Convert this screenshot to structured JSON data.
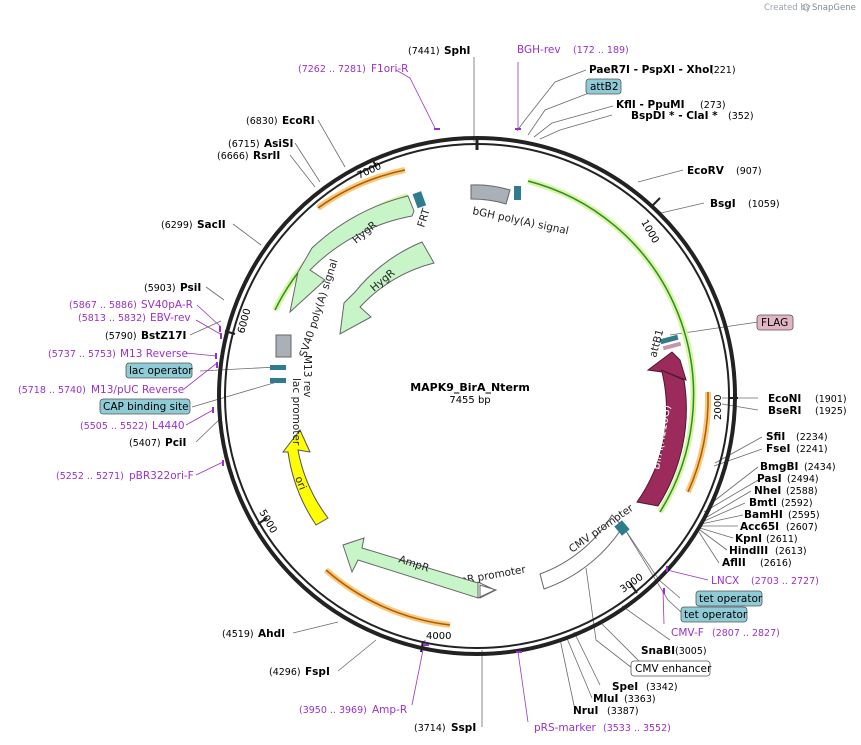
{
  "credit": {
    "created_by": "Created by",
    "brand": "SnapGene"
  },
  "plasmid": {
    "name": "MAPK9_BirA_Nterm",
    "size": "7455 bp"
  },
  "ticks": [
    "1000",
    "2000",
    "3000",
    "4000",
    "5000",
    "6000",
    "7000"
  ],
  "features": {
    "bgh": "bGH poly(A) signal",
    "frt": "FRT",
    "hygr_outer": "HygR",
    "hygr_inner": "HygR",
    "sv40": "SV40 poly(A) signal",
    "m13rev": "M13 rev",
    "lacprom": "lac promoter",
    "ori": "ori",
    "ampr": "AmpR",
    "ampprom": "AmpR promoter",
    "cmvprom": "CMV promoter",
    "bira": "BirA(R118G)",
    "attb1": "attB1"
  },
  "sites": {
    "SphI": {
      "name": "SphI",
      "pos": "(7441)"
    },
    "EcoRI": {
      "name": "EcoRI",
      "pos": "(6830)"
    },
    "AsiSI": {
      "name": "AsiSI",
      "pos": "(6715)"
    },
    "RsrII": {
      "name": "RsrII",
      "pos": "(6666)"
    },
    "SacII": {
      "name": "SacII",
      "pos": "(6299)"
    },
    "PsiI": {
      "name": "PsiI",
      "pos": "(5903)"
    },
    "BstZ17I": {
      "name": "BstZ17I",
      "pos": "(5790)"
    },
    "PciI": {
      "name": "PciI",
      "pos": "(5407)"
    },
    "AhdI": {
      "name": "AhdI",
      "pos": "(4519)"
    },
    "FspI": {
      "name": "FspI",
      "pos": "(4296)"
    },
    "SspI": {
      "name": "SspI",
      "pos": "(3714)"
    },
    "PaeR7I": {
      "name": "PaeR7I - PspXI - XhoI",
      "pos": "(221)"
    },
    "KflI": {
      "name": "KflI - PpuMI",
      "pos": "(273)"
    },
    "BspDI": {
      "name": "BspDI * - ClaI *",
      "pos": "(352)"
    },
    "EcoRV": {
      "name": "EcoRV",
      "pos": "(907)"
    },
    "BsgI": {
      "name": "BsgI",
      "pos": "(1059)"
    },
    "EcoNI": {
      "name": "EcoNI",
      "pos": "(1901)"
    },
    "BseRI": {
      "name": "BseRI",
      "pos": "(1925)"
    },
    "SfiI": {
      "name": "SfiI",
      "pos": "(2234)"
    },
    "FseI": {
      "name": "FseI",
      "pos": "(2241)"
    },
    "BmgBI": {
      "name": "BmgBI",
      "pos": "(2434)"
    },
    "PasI": {
      "name": "PasI",
      "pos": "(2494)"
    },
    "NheI": {
      "name": "NheI",
      "pos": "(2588)"
    },
    "BmtI": {
      "name": "BmtI",
      "pos": "(2592)"
    },
    "BamHI": {
      "name": "BamHI",
      "pos": "(2595)"
    },
    "Acc65I": {
      "name": "Acc65I",
      "pos": "(2607)"
    },
    "KpnI": {
      "name": "KpnI",
      "pos": "(2611)"
    },
    "HindIII": {
      "name": "HindIII",
      "pos": "(2613)"
    },
    "AflII": {
      "name": "AflII",
      "pos": "(2616)"
    },
    "SnaBI": {
      "name": "SnaBI",
      "pos": "(3005)"
    },
    "SpeI": {
      "name": "SpeI",
      "pos": "(3342)"
    },
    "MluI": {
      "name": "MluI",
      "pos": "(3363)"
    },
    "NruI": {
      "name": "NruI",
      "pos": "(3387)"
    }
  },
  "primers": {
    "BGHrev": {
      "name": "BGH-rev",
      "pos": "(172 .. 189)"
    },
    "F1oriR": {
      "name": "F1ori-R",
      "pos": "(7262 .. 7281)"
    },
    "SV40pAR": {
      "name": "SV40pA-R",
      "pos": "(5867 .. 5886)"
    },
    "EBVrev": {
      "name": "EBV-rev",
      "pos": "(5813 .. 5832)"
    },
    "M13Reverse": {
      "name": "M13 Reverse",
      "pos": "(5737 .. 5753)"
    },
    "M13pUCReverse": {
      "name": "M13/pUC Reverse",
      "pos": "(5718 .. 5740)"
    },
    "L4440": {
      "name": "L4440",
      "pos": "(5505 .. 5522)"
    },
    "pBR322oriF": {
      "name": "pBR322ori-F",
      "pos": "(5252 .. 5271)"
    },
    "AmpR": {
      "name": "Amp-R",
      "pos": "(3950 .. 3969)"
    },
    "pRSmarker": {
      "name": "pRS-marker",
      "pos": "(3533 .. 3552)"
    },
    "CMVF": {
      "name": "CMV-F",
      "pos": "(2807 .. 2827)"
    },
    "LNCX": {
      "name": "LNCX",
      "pos": "(2703 .. 2727)"
    }
  },
  "boxes": {
    "attB2": "attB2",
    "FLAG": "FLAG",
    "lacop": "lac operator",
    "cap": "CAP binding site",
    "tetop1": "tet operator",
    "tetop2": "tet operator",
    "cmvenh": "CMV enhancer"
  },
  "colors": {
    "backbone": "#222222",
    "hygr_fill": "#c8f5c8",
    "ori_fill": "#ffff00",
    "bira_fill": "#9c2a5b",
    "primer": "#9b30c9",
    "attb_box": "#8ecbd6",
    "flag_box": "#e2b5c5",
    "snapgene_credit": "#9aa3ab"
  }
}
